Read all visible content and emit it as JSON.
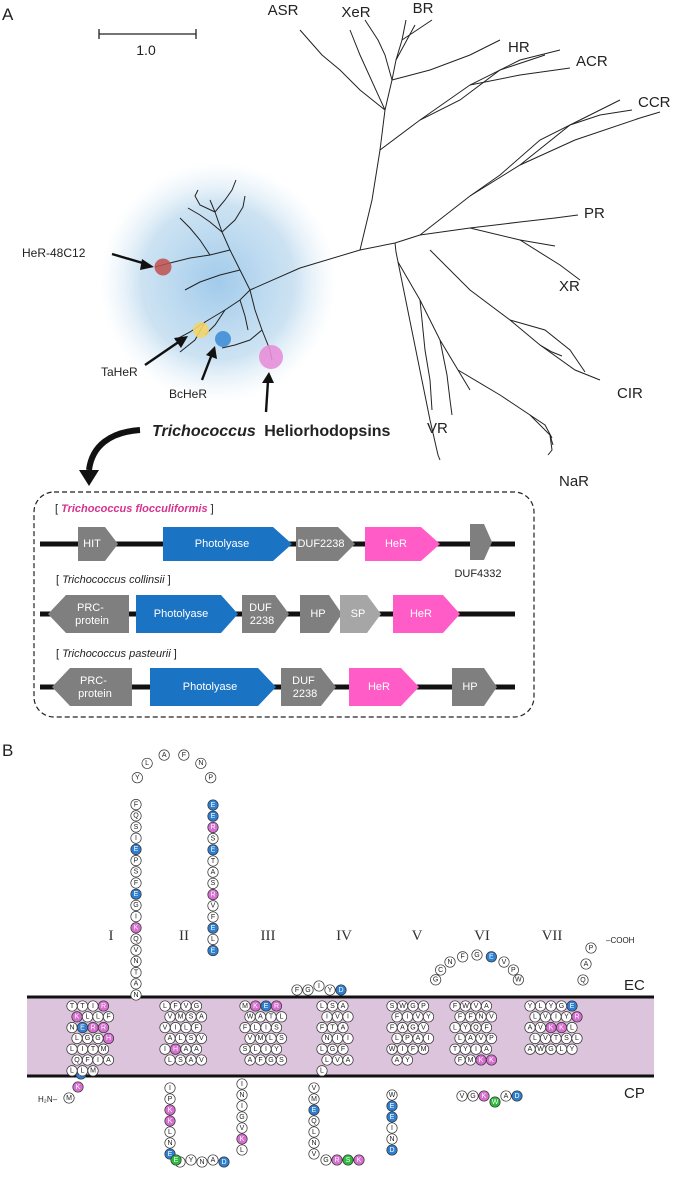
{
  "panel_a": {
    "label": "A",
    "scale_bar": "1.0",
    "families": [
      "ASR",
      "XeR",
      "BR",
      "HR",
      "ACR",
      "CCR",
      "PR",
      "XR",
      "CIR",
      "VR",
      "NaR"
    ],
    "highlights": [
      "HeR-48C12",
      "TaHeR",
      "BcHeR"
    ],
    "trichococcus_title": {
      "genus": "Trichococcus",
      "rest": "Heliorhodopsins"
    },
    "colors": {
      "hel_cloud": "#bcd9ee",
      "her48": "#c0504d",
      "taher": "#f2d56b",
      "bcher": "#3a8ad6",
      "tricho": "#e58fd8"
    }
  },
  "gene_clusters": [
    {
      "bracket_open": "[",
      "species": "Trichococcus flocculiformis",
      "bracket_close": "]",
      "species_color": "#d6338f",
      "genes": [
        {
          "label": "HIT",
          "color": "#7f7f7f"
        },
        {
          "label": "Photolyase",
          "color": "#1b73c4"
        },
        {
          "label": "DUF2238",
          "color": "#7f7f7f"
        },
        {
          "label": "HeR",
          "color": "#ff5cc7"
        },
        {
          "label": "DUF4332",
          "color": "#7f7f7f"
        }
      ]
    },
    {
      "bracket_open": "[",
      "species": "Trichococcus collinsii",
      "bracket_close": "]",
      "species_color": "#222222",
      "genes": [
        {
          "label_lines": [
            "PRC-",
            "protein"
          ],
          "color": "#7f7f7f"
        },
        {
          "label": "Photolyase",
          "color": "#1b73c4"
        },
        {
          "label_lines": [
            "DUF",
            "2238"
          ],
          "color": "#7f7f7f"
        },
        {
          "label": "HP",
          "color": "#7f7f7f"
        },
        {
          "label": "SP",
          "color": "#a6a6a6"
        },
        {
          "label": "HeR",
          "color": "#ff5cc7"
        }
      ]
    },
    {
      "bracket_open": "[",
      "species": "Trichococcus pasteurii",
      "bracket_close": "]",
      "species_color": "#222222",
      "genes": [
        {
          "label_lines": [
            "PRC-",
            "protein"
          ],
          "color": "#7f7f7f"
        },
        {
          "label": "Photolyase",
          "color": "#1b73c4"
        },
        {
          "label_lines": [
            "DUF",
            "2238"
          ],
          "color": "#7f7f7f"
        },
        {
          "label": "HeR",
          "color": "#ff5cc7"
        },
        {
          "label": "HP",
          "color": "#7f7f7f"
        }
      ]
    }
  ],
  "panel_b": {
    "label": "B",
    "helix_labels": [
      "I",
      "II",
      "III",
      "IV",
      "V",
      "VI",
      "VII"
    ],
    "ec": "EC",
    "cp": "CP",
    "n_term": "H₂N–",
    "c_term": "–COOH",
    "colors": {
      "membrane": "#dcc4dc",
      "acidic": "#2f7fd1",
      "basic": "#d66fd0",
      "green": "#2dbb3c"
    },
    "sequences": {
      "n_tail": [
        "M",
        "K",
        "E"
      ],
      "tm1": [
        "T",
        "T",
        "I",
        "R",
        "K",
        "L",
        "L",
        "F",
        "N",
        "E",
        "R",
        "R",
        "L",
        "G",
        "G",
        "H",
        "L",
        "I",
        "T",
        "M",
        "Q",
        "F",
        "I",
        "A",
        "L",
        "L",
        "M"
      ],
      "loop1": [
        "N",
        "A",
        "T",
        "N",
        "V",
        "Q",
        "K",
        "I",
        "G",
        "E",
        "F",
        "S",
        "P",
        "E",
        "I",
        "S",
        "Q",
        "F",
        "Y",
        "L",
        "A",
        "F",
        "N",
        "P",
        "E",
        "E",
        "R",
        "S",
        "E",
        "T",
        "A",
        "S",
        "R",
        "V",
        "F",
        "E",
        "L",
        "E"
      ],
      "tm2": [
        "L",
        "F",
        "V",
        "G",
        "V",
        "M",
        "S",
        "A",
        "V",
        "I",
        "L",
        "F",
        "A",
        "L",
        "S",
        "V",
        "I",
        "H",
        "A",
        "A",
        "L",
        "S",
        "A",
        "V"
      ],
      "loop2": [
        "I",
        "P",
        "K",
        "K",
        "L",
        "N",
        "E",
        "I",
        "Y",
        "N",
        "A",
        "D",
        "L",
        "K",
        "V",
        "G",
        "I",
        "N",
        "I"
      ],
      "tm3": [
        "M",
        "K",
        "E",
        "R",
        "W",
        "A",
        "T",
        "L",
        "F",
        "L",
        "I",
        "S",
        "V",
        "M",
        "L",
        "S",
        "S",
        "L",
        "I",
        "Y",
        "A",
        "F",
        "G",
        "S"
      ],
      "loop3": [
        "F",
        "G",
        "I",
        "Y",
        "D"
      ],
      "tm4": [
        "L",
        "S",
        "A",
        "I",
        "V",
        "I",
        "F",
        "T",
        "A",
        "N",
        "I",
        "I",
        "L",
        "G",
        "F",
        "L",
        "V",
        "A",
        "L"
      ],
      "loop4": [
        "V",
        "M",
        "E",
        "Q",
        "L",
        "N",
        "V",
        "G",
        "R",
        "S",
        "K",
        "D",
        "N",
        "I",
        "E",
        "E",
        "W"
      ],
      "tm5": [
        "S",
        "W",
        "G",
        "P",
        "F",
        "I",
        "V",
        "Y",
        "F",
        "A",
        "G",
        "V",
        "L",
        "P",
        "A",
        "I",
        "W",
        "I",
        "F",
        "M",
        "A",
        "Y"
      ],
      "loop5": [
        "G",
        "C",
        "N",
        "F",
        "G",
        "E",
        "V",
        "P",
        "W"
      ],
      "tm6": [
        "F",
        "W",
        "V",
        "A",
        "F",
        "F",
        "N",
        "V",
        "L",
        "Y",
        "Q",
        "F",
        "L",
        "A",
        "V",
        "P",
        "T",
        "Y",
        "I",
        "A",
        "F",
        "M",
        "K",
        "K"
      ],
      "loop6": [
        "V",
        "G",
        "K",
        "W",
        "A",
        "D"
      ],
      "tm7": [
        "Y",
        "L",
        "Y",
        "G",
        "E",
        "L",
        "V",
        "I",
        "Y",
        "R",
        "A",
        "V",
        "K",
        "K",
        "L",
        "L",
        "V",
        "T",
        "S",
        "L",
        "A",
        "W",
        "G",
        "L",
        "Y"
      ],
      "c_tail": [
        "Q",
        "A",
        "P"
      ]
    }
  }
}
